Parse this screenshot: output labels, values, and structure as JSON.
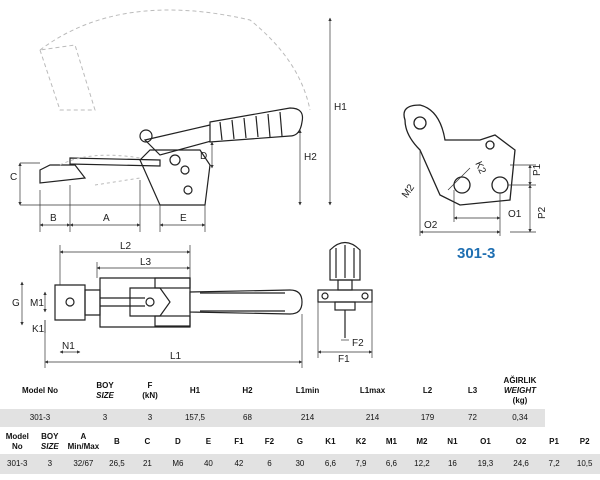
{
  "drawing": {
    "dims": {
      "H1": "H1",
      "H2": "H2",
      "C": "C",
      "D": "D",
      "B": "B",
      "A": "A",
      "E": "E",
      "L1": "L1",
      "L2": "L2",
      "L3": "L3",
      "G": "G",
      "M1": "M1",
      "K1": "K1",
      "N1": "N1",
      "F1": "F1",
      "F2": "F2",
      "M2": "M2",
      "K2": "K2",
      "P1": "P1",
      "P2": "P2",
      "O1": "O1",
      "O2": "O2"
    },
    "model_label": "301-3",
    "accent_color": "#1f6fb2"
  },
  "table1": {
    "headers": [
      {
        "line1": "Model No",
        "line2": ""
      },
      {
        "line1": "BOY",
        "line2": "SIZE"
      },
      {
        "line1": "F",
        "line2": "(kN)"
      },
      {
        "line1": "H1",
        "line2": ""
      },
      {
        "line1": "H2",
        "line2": ""
      },
      {
        "line1": "L1min",
        "line2": ""
      },
      {
        "line1": "L1max",
        "line2": ""
      },
      {
        "line1": "L2",
        "line2": ""
      },
      {
        "line1": "L3",
        "line2": ""
      },
      {
        "line1": "AĞIRLIK",
        "line2": "WEIGHT",
        "line3": "(kg)"
      }
    ],
    "row": [
      "301-3",
      "3",
      "3",
      "157,5",
      "68",
      "214",
      "214",
      "179",
      "72",
      "0,34"
    ]
  },
  "table2": {
    "headers": [
      {
        "line1": "Model",
        "line2": "No"
      },
      {
        "line1": "BOY",
        "line2": "SIZE"
      },
      {
        "line1": "A",
        "line2": "Min/Max"
      },
      {
        "line1": "B",
        "line2": ""
      },
      {
        "line1": "C",
        "line2": ""
      },
      {
        "line1": "D",
        "line2": ""
      },
      {
        "line1": "E",
        "line2": ""
      },
      {
        "line1": "F1",
        "line2": ""
      },
      {
        "line1": "F2",
        "line2": ""
      },
      {
        "line1": "G",
        "line2": ""
      },
      {
        "line1": "K1",
        "line2": ""
      },
      {
        "line1": "K2",
        "line2": ""
      },
      {
        "line1": "M1",
        "line2": ""
      },
      {
        "line1": "M2",
        "line2": ""
      },
      {
        "line1": "N1",
        "line2": ""
      },
      {
        "line1": "O1",
        "line2": ""
      },
      {
        "line1": "O2",
        "line2": ""
      },
      {
        "line1": "P1",
        "line2": ""
      },
      {
        "line1": "P2",
        "line2": ""
      }
    ],
    "row": [
      "301-3",
      "3",
      "32/67",
      "26,5",
      "21",
      "M6",
      "40",
      "42",
      "6",
      "30",
      "6,6",
      "7,9",
      "6,6",
      "12,2",
      "16",
      "19,3",
      "24,6",
      "7,2",
      "10,5"
    ]
  }
}
